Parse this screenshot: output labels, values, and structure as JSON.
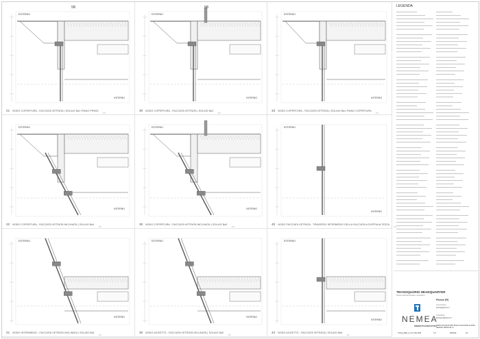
{
  "sheet": {
    "bg": "#ffffff",
    "line": "#555555",
    "hatch": "#999999"
  },
  "section_tag": "5B",
  "labels": {
    "outside": "ESTERNO",
    "inside": "INTERNO"
  },
  "panels": [
    {
      "num": "21",
      "title": "NODO COPERTURA - FACCIATA VETRATA | SOLAIO Ba1 PIANO PRIMO",
      "scale": "1:5",
      "kind": "top-vertical",
      "tag": true
    },
    {
      "num": "30",
      "title": "NODO COPERTURA - FACCIATA VETRATA | SOLAIO Ba2",
      "scale": "1:5",
      "kind": "top-vertical-post",
      "tag": true
    },
    {
      "num": "33",
      "title": "NODO COPERTURA - FACCIATA VETRATA | SOLAIO Ba1 PIANO COPERTURA",
      "scale": "1:5",
      "kind": "top-vertical",
      "tag": false
    },
    {
      "num": "22",
      "title": "NODO COPERTURA - FACCIATA VETRATA INCLINATA | SOLAIO Ba1",
      "scale": "1:5",
      "kind": "top-inclined",
      "tag": false
    },
    {
      "num": "30",
      "title": "NODO COPERTURA - FACCIATA VETRATA INCLINATA | SOLAIO Ba2",
      "scale": "1:5",
      "kind": "top-inclined-post",
      "tag": false
    },
    {
      "num": "40",
      "title": "NODO FACCIATA VETRATA - TRAVERSO INTERMEDIO DELLA FACCIATA A DOPPIA ALTEZZA",
      "scale": "1:5",
      "kind": "mid-vertical",
      "tag": false
    },
    {
      "num": "21",
      "title": "NODO INTERMEDIO - FACCIATA VETRATA INCLINATA | SOLAIO Ba1",
      "scale": "1:5",
      "kind": "mid-inclined",
      "tag": false
    },
    {
      "num": "30",
      "title": "NODO AGGETTO - FACCIATA VETRATA INCLINATA | SOLAIO Ba2",
      "scale": "1:5",
      "kind": "mid-inclined",
      "tag": false
    },
    {
      "num": "44",
      "title": "NODO AGGETTO - FACCIATA VETRATA | SOLAIO Ba4",
      "scale": "1:5",
      "kind": "low-vertical",
      "tag": false
    }
  ],
  "legend": {
    "title": "LEGENDA"
  },
  "titleblock": {
    "project": "TECNOQUARIO HEADQUARTER",
    "subtitle": "Nuova sede direzionale e produttiva",
    "location": "Firenze (FI)",
    "client_label": "Committente",
    "client": "Tecnoquario S.r.l.",
    "designer_label": "Progettista",
    "designer": "Nemea Sistemi S.r.l.",
    "logo": "NEMEA",
    "phase": "PROGETTO ESECUTIVO",
    "drawing_title": "PARTICOLARI DI DETTAGLIO FACCIATE E NODI - SEZIONI VERTICALI 2",
    "code": "TCHQ_ESE_A_DT_002_R00",
    "scale": "1:5",
    "date": "06/2019",
    "sheet": "1/1"
  }
}
